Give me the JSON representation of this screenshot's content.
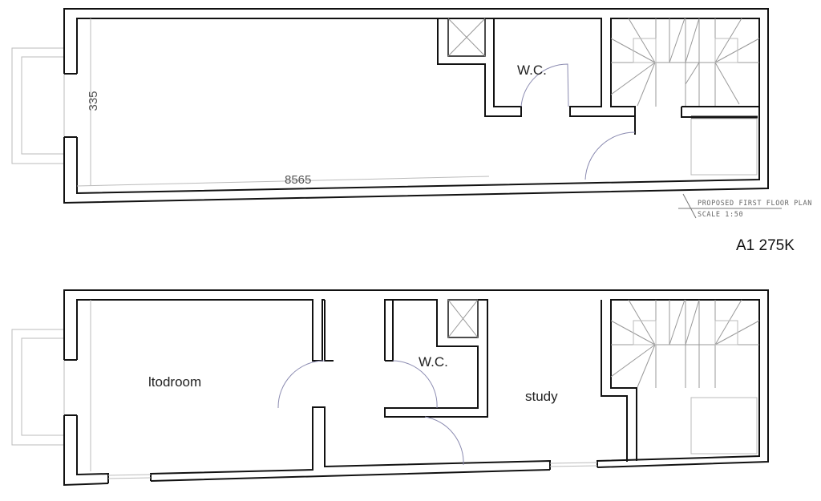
{
  "first_floor": {
    "rooms": [
      {
        "label": "W.C."
      }
    ],
    "dimensions": {
      "width": "335",
      "length": "8565"
    },
    "title_block": {
      "title": "PROPOSED FIRST FLOOR PLAN",
      "scale": "SCALE 1:50"
    }
  },
  "ground_floor": {
    "rooms": [
      {
        "label": "ltodroom"
      },
      {
        "label": "W.C."
      },
      {
        "label": "study"
      }
    ]
  },
  "listing_ref": "A1 275K",
  "colors": {
    "wall": "#111111",
    "door_swing": "#8a8ab0",
    "annotation": "#666666"
  }
}
